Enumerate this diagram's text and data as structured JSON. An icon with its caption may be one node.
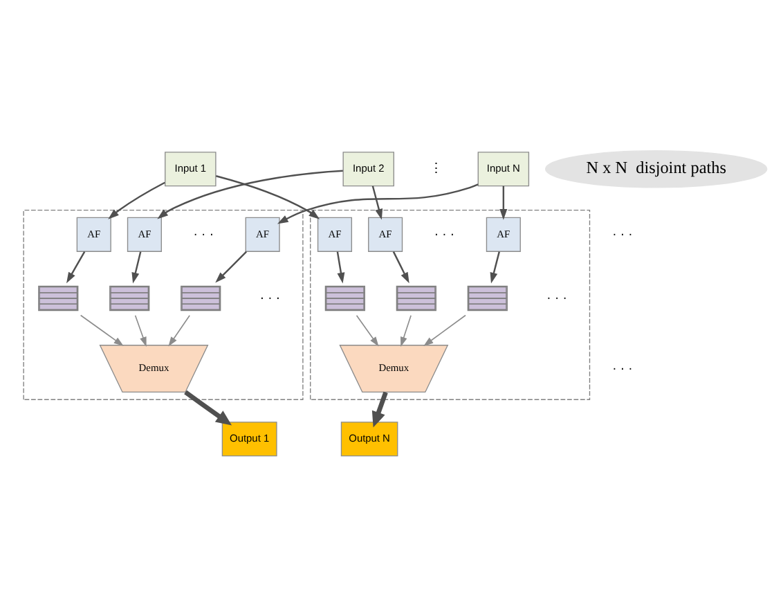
{
  "diagram": {
    "nodes": [
      {
        "text": [
          "Input 1"
        ]
      },
      {
        "text": [
          "Input 2"
        ]
      },
      {
        "text": [
          "Input N"
        ]
      },
      {
        "text": [
          "N x N  disjoint paths"
        ]
      },
      {
        "text": [],
        "shape": "box"
      },
      {
        "text": [
          "AF"
        ],
        "in": 4
      },
      {
        "text": [
          "AF"
        ],
        "in": 4
      },
      {
        "text": [
          "AF"
        ],
        "in": 4
      },
      {
        "text": [],
        "shape": "box",
        "in": 4
      },
      {
        "text": [],
        "shape": "box",
        "in": 4
      },
      {
        "text": [],
        "shape": "box",
        "in": 4
      },
      {
        "text": [
          "Demux"
        ],
        "in": 4
      },
      {
        "text": [
          "Output 1"
        ]
      },
      {
        "text": [],
        "shape": "box"
      },
      {
        "text": [
          "AF"
        ],
        "in": 13
      },
      {
        "text": [
          "AF"
        ],
        "in": 13
      },
      {
        "text": [
          "AF"
        ],
        "in": 13
      },
      {
        "text": [],
        "shape": "box",
        "in": 13
      },
      {
        "text": [],
        "shape": "box",
        "in": 13
      },
      {
        "text": [],
        "shape": "box",
        "in": 13
      },
      {
        "text": [
          "Demux"
        ],
        "in": 13
      },
      {
        "text": [
          "Output N"
        ]
      }
    ],
    "edges": [
      {
        "from": 0,
        "to": 5,
        "arrow": "to"
      },
      {
        "from": 1,
        "to": 6,
        "arrow": "to"
      },
      {
        "from": 2,
        "to": 7,
        "arrow": "to"
      },
      {
        "from": 0,
        "to": 14,
        "arrow": "to"
      },
      {
        "from": 1,
        "to": 15,
        "arrow": "to"
      },
      {
        "from": 2,
        "to": 16,
        "arrow": "to"
      },
      {
        "from": 5,
        "to": 8,
        "arrow": "to"
      },
      {
        "from": 6,
        "to": 9,
        "arrow": "to"
      },
      {
        "from": 7,
        "to": 10,
        "arrow": "to"
      },
      {
        "from": 14,
        "to": 17,
        "arrow": "to"
      },
      {
        "from": 15,
        "to": 18,
        "arrow": "to"
      },
      {
        "from": 16,
        "to": 19,
        "arrow": "to"
      },
      {
        "from": 8,
        "to": 11,
        "arrow": "to",
        "color": "#8c8c8c"
      },
      {
        "from": 9,
        "to": 11,
        "arrow": "to",
        "color": "#8c8c8c"
      },
      {
        "from": 10,
        "to": 11,
        "arrow": "to",
        "color": "#8c8c8c"
      },
      {
        "from": 17,
        "to": 20,
        "arrow": "to",
        "color": "#8c8c8c"
      },
      {
        "from": 18,
        "to": 20,
        "arrow": "to",
        "color": "#8c8c8c"
      },
      {
        "from": 19,
        "to": 20,
        "arrow": "to",
        "color": "#8c8c8c"
      },
      {
        "from": 11,
        "to": 12,
        "arrow": "to",
        "style": "thick"
      },
      {
        "from": 20,
        "to": 21,
        "arrow": "to",
        "style": "thick"
      }
    ],
    "labels": [
      "⋮",
      "· · ·",
      "· · ·",
      "· · ·",
      "· · ·",
      "· · ·",
      "· · ·"
    ]
  }
}
